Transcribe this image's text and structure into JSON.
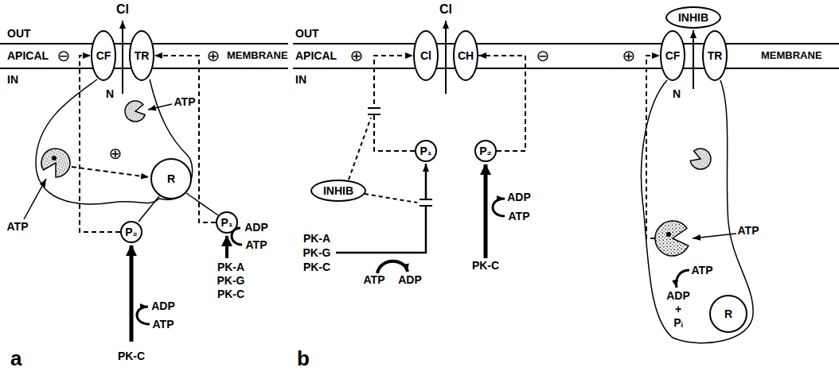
{
  "diagram": {
    "nodes": [
      {
        "text": [
          "CF"
        ]
      },
      {
        "text": [
          "TR"
        ]
      },
      {
        "text": [
          "R"
        ]
      },
      {
        "text": [
          "P₂"
        ]
      },
      {
        "text": [
          "P₁"
        ]
      },
      {
        "text": [
          "Cl"
        ]
      },
      {
        "text": [
          "CH"
        ]
      },
      {
        "text": [
          "INHIB"
        ]
      },
      {
        "text": [
          "CF"
        ]
      },
      {
        "text": [
          "TR"
        ]
      },
      {
        "text": [
          "INHIB"
        ]
      },
      {
        "text": [
          "P₁"
        ]
      },
      {
        "text": [
          "P₂"
        ]
      },
      {
        "text": [
          "R"
        ]
      }
    ],
    "edges": [
      {
        "from": 3,
        "to": 0,
        "arrow": "to"
      },
      {
        "from": 4,
        "to": 1,
        "arrow": "to"
      },
      {
        "from": 11,
        "to": 5,
        "arrow": "to"
      },
      {
        "from": 12,
        "to": 6,
        "arrow": "to"
      }
    ],
    "labels": [
      "OUT",
      "APICAL",
      "MEMBRANE",
      "IN",
      "Cl",
      "⊖",
      "⊕",
      "N",
      "ATP",
      "ATP",
      "⊕",
      "ADP",
      "ATP",
      "PK-A",
      "PK-G",
      "PK-C",
      "ADP",
      "ATP",
      "PK-C",
      "a",
      "OUT",
      "APICAL",
      "MEMBRANE",
      "IN",
      "Cl",
      "⊕",
      "⊖",
      "⊕",
      "N",
      "PK-A",
      "PK-G",
      "PK-C",
      "ATP",
      "ADP",
      "PK-C",
      "ADP",
      "ATP",
      "ATP",
      "ATP",
      "ADP",
      "+",
      "Pᵢ",
      "b"
    ]
  }
}
